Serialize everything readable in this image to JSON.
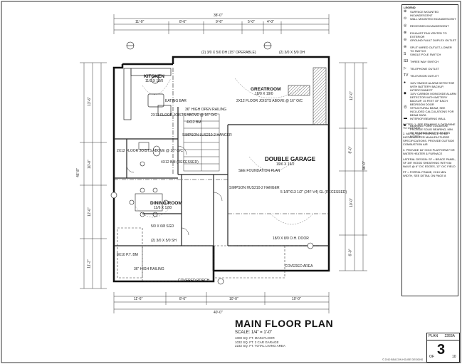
{
  "title": "MAIN FLOOR PLAN",
  "scale": "SCALE: 1/4\" = 1'-0\"",
  "area_lines": [
    "1000 SQ. FT. MAIN FLOOR",
    "1032 SQ. FT. 2 CAR GARAGE",
    "2232 SQ. FT. TOTAL LIVING AREA"
  ],
  "plan_box": {
    "plan_label": "PLAN",
    "plan_number": "2283A",
    "page": "3",
    "of_label": "OF",
    "total": "10"
  },
  "copyright": "© 2010 BEACON HOUSE DESIGNS",
  "rooms": {
    "kitchen": {
      "name": "KITCHEN",
      "size": "11/0 X 13/0"
    },
    "greatroom": {
      "name": "GREATROOM",
      "size": "18/0 X 19/0"
    },
    "garage": {
      "name": "DOUBLE GARAGE",
      "size": "19/6 X 19/2"
    },
    "dining": {
      "name": "DINING ROOM",
      "size": "11/6 X 12/0"
    },
    "eating_bar": "EATING BAR",
    "covered_area": "COVERED AREA",
    "covered_porch": "COVERED PORCH"
  },
  "plan_labels": [
    "(2) 3/0 X 5/0 DH (15\" OPERABLE)",
    "(2) 3/0 X 5/0 DH",
    "2X12 FLOOR JOISTS ABOVE @ 16\" O/C",
    "2X12 FLOOR JOISTS ABOVE @ 16\" O/C",
    "2X12 FLOOR JOISTS ABOVE @ 16\" O/C",
    "36\" HIGH OPEN RAILING",
    "4X12 BM",
    "4X12 BM (RECESSED)",
    "SIMPSON LUS210-2 HANGER",
    "SIMPSON HUS210-2 HANGER",
    "18/0 X 8/0 O.H. DOOR",
    "5 1/8\"X13 1/2\" (24F-V4) GL (RECESSED)",
    "36\" HIGH RAILING",
    "8X10 P.T. BM",
    "5/0 X 6/8 SGD",
    "(2) 3/0 X 5/0 SH",
    "SEE FOUNDATION PLAN"
  ],
  "dimensions": {
    "top_overall": "38'-0\"",
    "bottom_overall": "40'-0\"",
    "left_overall": "46'-8\"",
    "right_overall": "36'-0\"",
    "top_segments": [
      "11'-0\"",
      "8'-6\"",
      "9'-6\"",
      "5'-0\"",
      "4'-0\""
    ],
    "bottom_segments": [
      "11'-6\"",
      "8'-6\"",
      "10'-0\"",
      "10'-0\""
    ],
    "left_segments": [
      "13'-6\"",
      "10'-0\"",
      "12'-0\"",
      "11'-2\""
    ],
    "right_segments": [
      "12'-0\"",
      "8'-0\"",
      "10'-0\"",
      "6'-0\""
    ]
  },
  "legend": {
    "title": "LEGEND",
    "items": [
      {
        "symbol": "⊕",
        "text": "SURFACE MOUNTED INCANDESCENT"
      },
      {
        "symbol": "⊙",
        "text": "WALL MOUNTED INCANDESCENT"
      },
      {
        "symbol": "◎",
        "text": "RECESSED INCANDESCENT"
      },
      {
        "symbol": "⊗",
        "text": "EXHAUST FAN VENTED TO EXTERIOR"
      },
      {
        "symbol": "⊖",
        "text": "GROUND FAULT DUPLEX OUTLET"
      },
      {
        "symbol": "⊜",
        "text": "SPLIT WIRED OUTLET, LOWER TO SWITCH"
      },
      {
        "symbol": "S",
        "text": "SINGLE POLE SWITCH"
      },
      {
        "symbol": "S3",
        "text": "THREE WAY SWITCH"
      },
      {
        "symbol": "▷",
        "text": "TELEPHONE OUTLET"
      },
      {
        "symbol": "TV",
        "text": "TELEVISION OUTLET"
      },
      {
        "symbol": "●",
        "text": "110V SMOKE ALARM DETECTOR WITH BATTERY BACKUP, INTERCONNECT"
      },
      {
        "symbol": "◆",
        "text": "110V CARBON MONOXIDE ALARM DETECTOR WITH BATTERY BACKUP, 15 FEET OF EACH BEDROOM DOOR"
      },
      {
        "symbol": "Ⓑ",
        "text": "STRUCTURAL BEAM, SEE INCLUDED CALCULATIONS FOR BEAM DATA"
      },
      {
        "symbol": "▬",
        "text": "INTERIOR BEARING WALL"
      },
      {
        "symbol": "■",
        "text": "BEARING POINT LOCATION, PROVIDE SOLID BEARING, MIN. OF BEARING WIDTH UNLESS NOTED"
      }
    ]
  },
  "notes": [
    "NOTES: 1. SEE FRAMING & DATAPANE TO OUTSIDE",
    "2. METAL GAS FIREPLACE TO BE INSTALLED PER MANUFACTURER SPECIFICATIONS. PROVIDE OUTSIDE COMBUSTION AIR",
    "3. PROVIDE 18\" HIGH PLATFORM FOR WATER HEATER & FURNACE",
    "LATERAL DESIGN: SF = BRACE PANEL, SF 3/8\" WOOD SHEATHING WITH 8d NAILS @ 6\" O/C EDGES, 12\" O/C FIELD",
    "PF = PORTAL FRAME, 2X10 MIN. WIDTH, SEE DETAIL ON PAGE 8"
  ],
  "colors": {
    "line": "#1a1a1a",
    "paper": "#ffffff",
    "hatch": "#555555"
  }
}
